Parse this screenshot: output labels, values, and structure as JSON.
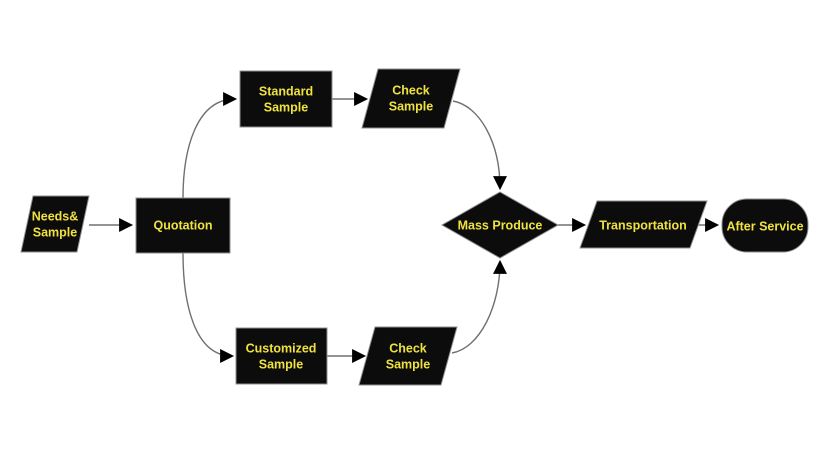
{
  "colors": {
    "background": "#ffffff",
    "node_fill": "#0c0c0c",
    "node_stroke": "#8f8f8f",
    "label": "#efe23f",
    "connector": "#707070",
    "arrowhead": "#000000"
  },
  "nodes": {
    "needs_sample": {
      "shape": "parallelogram",
      "line1": "Needs&",
      "line2": "Sample"
    },
    "quotation": {
      "shape": "rectangle",
      "label": "Quotation"
    },
    "standard_sample": {
      "shape": "rectangle",
      "line1": "Standard",
      "line2": "Sample"
    },
    "check_sample_top": {
      "shape": "parallelogram",
      "line1": "Check",
      "line2": "Sample"
    },
    "customized_sample": {
      "shape": "rectangle",
      "line1": "Customized",
      "line2": "Sample"
    },
    "check_sample_bottom": {
      "shape": "parallelogram",
      "line1": "Check",
      "line2": "Sample"
    },
    "mass_produce": {
      "shape": "diamond",
      "label": "Mass Produce"
    },
    "transportation": {
      "shape": "parallelogram",
      "label": "Transportation"
    },
    "after_service": {
      "shape": "terminator",
      "label": "After Service"
    }
  },
  "edges": [
    {
      "from": "needs_sample",
      "to": "quotation"
    },
    {
      "from": "quotation",
      "to": "standard_sample"
    },
    {
      "from": "standard_sample",
      "to": "check_sample_top"
    },
    {
      "from": "check_sample_top",
      "to": "mass_produce"
    },
    {
      "from": "quotation",
      "to": "customized_sample"
    },
    {
      "from": "customized_sample",
      "to": "check_sample_bottom"
    },
    {
      "from": "check_sample_bottom",
      "to": "mass_produce"
    },
    {
      "from": "mass_produce",
      "to": "transportation"
    },
    {
      "from": "transportation",
      "to": "after_service"
    }
  ]
}
